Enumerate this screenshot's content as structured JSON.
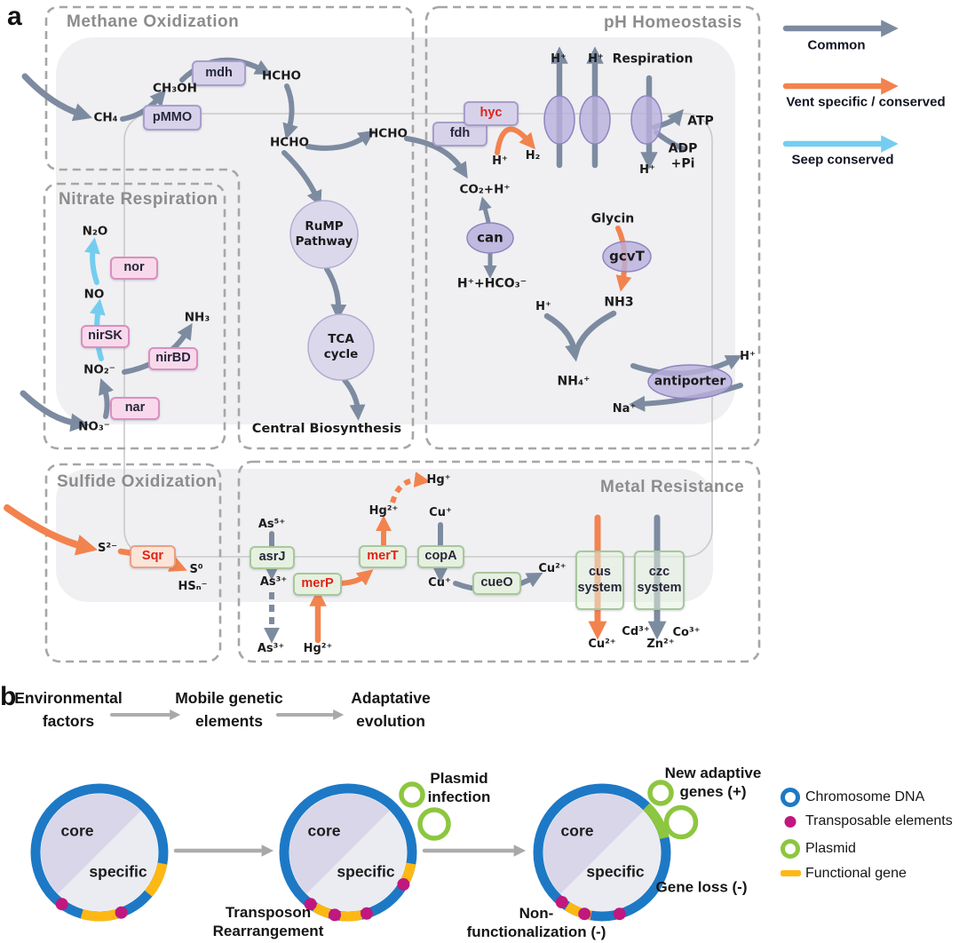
{
  "panel_a": {
    "label": "a",
    "legend": {
      "common": "Common",
      "vent": "Vent specific / conserved",
      "seep": "Seep conserved"
    },
    "sections": {
      "methane": "Methane Oxidization",
      "nitrate": "Nitrate Respiration",
      "sulfide": "Sulfide Oxidization",
      "ph": "pH Homeostasis",
      "metal": "Metal Resistance"
    },
    "genes": {
      "mdh": "mdh",
      "pmmo": "pMMO",
      "fdh": "fdh",
      "hyc": "hyc",
      "nor": "nor",
      "nirsk": "nirSK",
      "nirbd": "nirBD",
      "nar": "nar",
      "sqr": "Sqr",
      "asrj": "asrJ",
      "mert": "merT",
      "merp": "merP",
      "copa": "copA",
      "cueo": "cueO",
      "cus": "cus\nsystem",
      "czc": "czc\nsystem",
      "can": "can",
      "gcvt": "gcvT",
      "antiporter": "antiporter"
    },
    "molecules": {
      "ch4": "CH₄",
      "ch3oh": "CH₃OH",
      "hcho1": "HCHO",
      "hcho2": "HCHO",
      "hcho3": "HCHO",
      "rump": "RuMP\nPathway",
      "tca": "TCA\ncycle",
      "central": "Central Biosynthesis",
      "co2h": "CO₂+H⁺",
      "h_hyc": "H⁺",
      "h2": "H₂",
      "h_e1": "H⁺",
      "h_e2": "H⁺",
      "respiration": "Respiration",
      "atp": "ATP",
      "adp": "ADP",
      "pi": "+Pi",
      "h_e3": "H⁺",
      "hhco3": "H⁺+HCO₃⁻",
      "glycin": "Glycin",
      "nh3_ph": "NH3",
      "h_nh3": "H⁺",
      "nh4": "NH₄⁺",
      "h_anti": "H⁺",
      "na": "Na⁺",
      "n2o": "N₂O",
      "no": "NO",
      "nh3_n": "NH₃",
      "no2": "NO₂⁻",
      "no3": "NO₃⁻",
      "s2": "S²⁻",
      "s0": "S⁰",
      "hsn": "HSₙ⁻",
      "as5": "As⁵⁺",
      "as3a": "As³⁺",
      "as3b": "As³⁺",
      "hg2a": "Hg²⁺",
      "hgp": "Hg⁺",
      "hg2b": "Hg²⁺",
      "cu1a": "Cu⁺",
      "cu1b": "Cu⁺",
      "cu2a": "Cu²⁺",
      "cu2b": "Cu²⁺",
      "cd3": "Cd³⁺",
      "zn2": "Zn²⁺",
      "co3": "Co³⁺"
    }
  },
  "panel_b": {
    "label": "b",
    "stages": [
      "Environmental\nfactors",
      "Mobile genetic\nelements",
      "Adaptative\nevolution"
    ],
    "circle_labels": {
      "core": "core",
      "specific": "specific"
    },
    "annotations": {
      "plasmid_infection": "Plasmid\ninfection",
      "transposon": "Transposon\nRearrangement",
      "new_adaptive": "New adaptive\ngenes (+)",
      "gene_loss": "Gene loss (-)",
      "nonfunc": "Non-\nfunctionalization (-)"
    },
    "legend": [
      "Chromosome DNA",
      "Transposable elements",
      "Plasmid",
      "Functional gene"
    ]
  },
  "colors": {
    "common_arrow": "#7d8ba1",
    "vent_arrow": "#f2834e",
    "seep_arrow": "#74cdf0",
    "chromosome_dna": "#1d79c5",
    "transposable_element": "#c0187e",
    "plasmid": "#8dc63f",
    "functional_gene": "#fdb813"
  }
}
